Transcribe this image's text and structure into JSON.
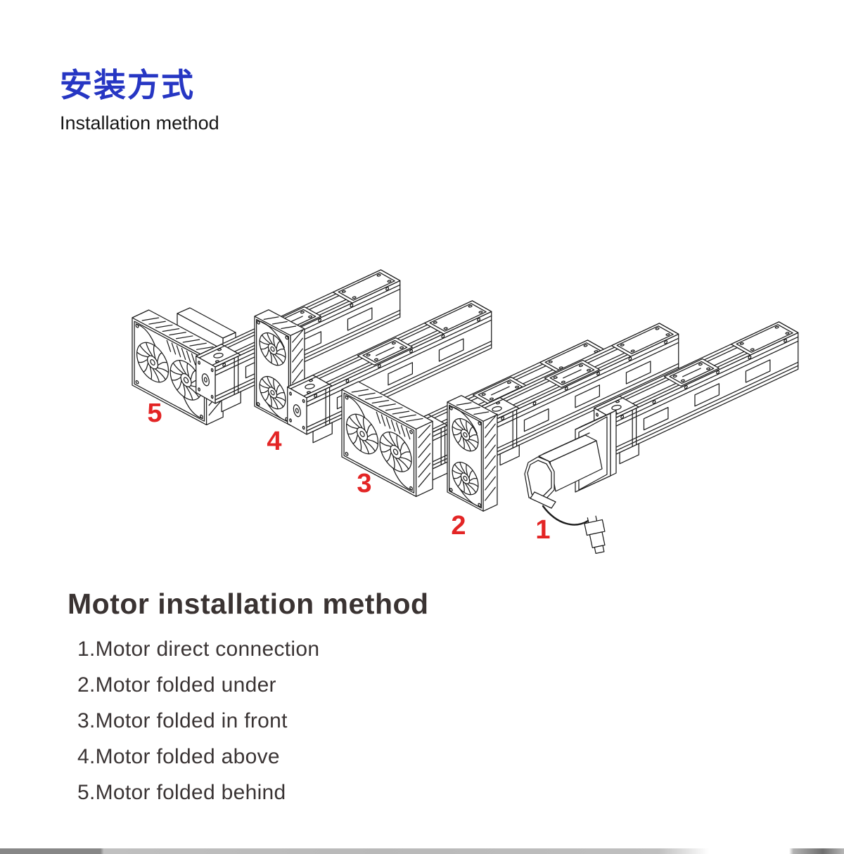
{
  "header": {
    "title_zh": "安装方式",
    "subtitle_en": "Installation method"
  },
  "figure": {
    "units": [
      {
        "number": "1",
        "meaning": "Motor direct connection"
      },
      {
        "number": "2",
        "meaning": "Motor folded under"
      },
      {
        "number": "3",
        "meaning": "Motor folded in front"
      },
      {
        "number": "4",
        "meaning": "Motor folded above"
      },
      {
        "number": "5",
        "meaning": "Motor folded behind"
      }
    ]
  },
  "section": {
    "heading": "Motor installation method",
    "items": [
      "1.Motor direct connection",
      "2.Motor folded under",
      "3.Motor folded in front",
      "4.Motor folded above",
      "5.Motor folded behind"
    ]
  },
  "colors": {
    "title_blue": "#2636c3",
    "label_red": "#e32525",
    "line_black": "#1c1c1c"
  }
}
